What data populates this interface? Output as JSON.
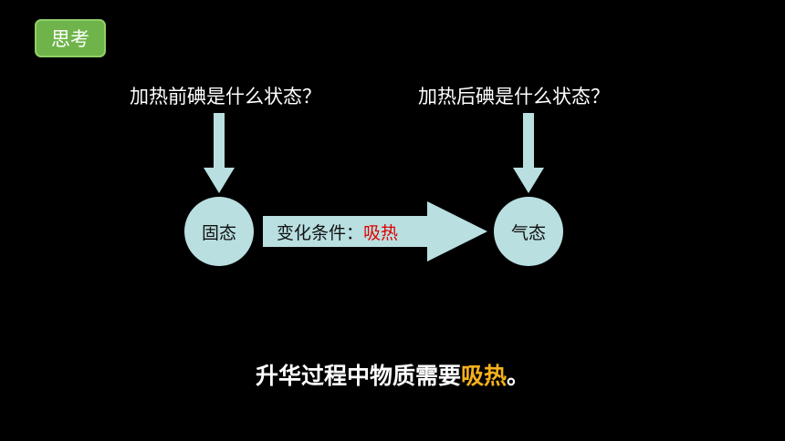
{
  "badge": "思考",
  "question_before": "加热前碘是什么状态？",
  "question_after": "加热后碘是什么状态？",
  "state_before": "固态",
  "state_after": "气态",
  "condition_label": "变化条件：",
  "condition_value": "吸热",
  "conclusion_prefix": "升华过程中物质需要",
  "conclusion_highlight": "吸热",
  "conclusion_suffix": "。",
  "colors": {
    "badge_bg": "#6fb44a",
    "shape_fill": "#b9dfe0",
    "condition_highlight": "#e00000",
    "conclusion_highlight": "#f5b01c"
  }
}
